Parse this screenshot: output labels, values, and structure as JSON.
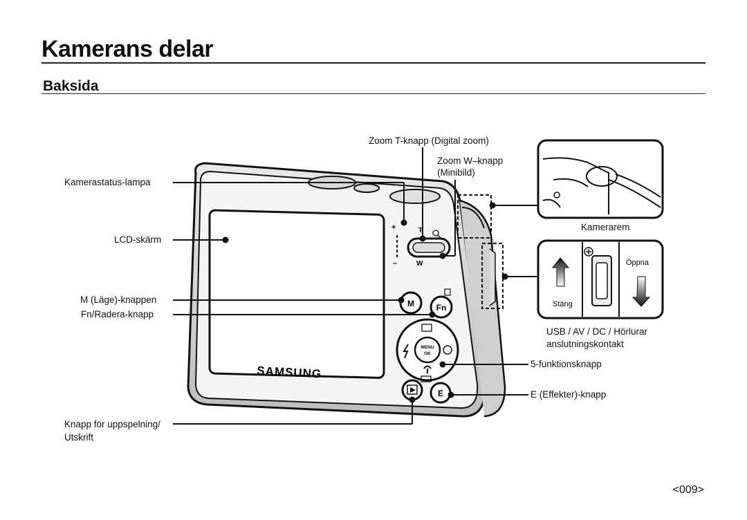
{
  "page": {
    "title": "Kamerans delar",
    "subtitle": "Baksida",
    "page_number": "<009>"
  },
  "labels": {
    "zoom_t": "Zoom T-knapp (Digital zoom)",
    "zoom_w_line1": "Zoom W–knapp",
    "zoom_w_line2": "(Minibild)",
    "status_lamp": "Kamerastatus-lampa",
    "lcd": "LCD-skärm",
    "mode_button": "M (Läge)-knappen",
    "fn_button": "Fn/Radera-knapp",
    "playback_line1": "Knapp för uppspelning/",
    "playback_line2": "Utskrift",
    "strap": "Kamerarem",
    "usb_line1": "USB / AV / DC / Hörlurar",
    "usb_line2": "anslutningskontakt",
    "five_func": "5-funktionsknapp",
    "e_button": "E (Effekter)-knapp"
  },
  "inset": {
    "open": "Öppna",
    "close": "Stäng"
  },
  "camera_marks": {
    "brand": "SAMSUNG",
    "m": "M",
    "fn": "Fn",
    "e": "E",
    "t": "T",
    "w": "W",
    "menu": "MENU",
    "ok": "OK",
    "plus": "+",
    "minus": "–"
  },
  "icons": [
    "camera-back-illustration",
    "strap-inset",
    "connector-inset",
    "arrow-up-icon",
    "arrow-down-icon",
    "play-icon",
    "trash-icon",
    "flash-icon",
    "timer-icon",
    "macro-icon",
    "magnifier-icon"
  ]
}
